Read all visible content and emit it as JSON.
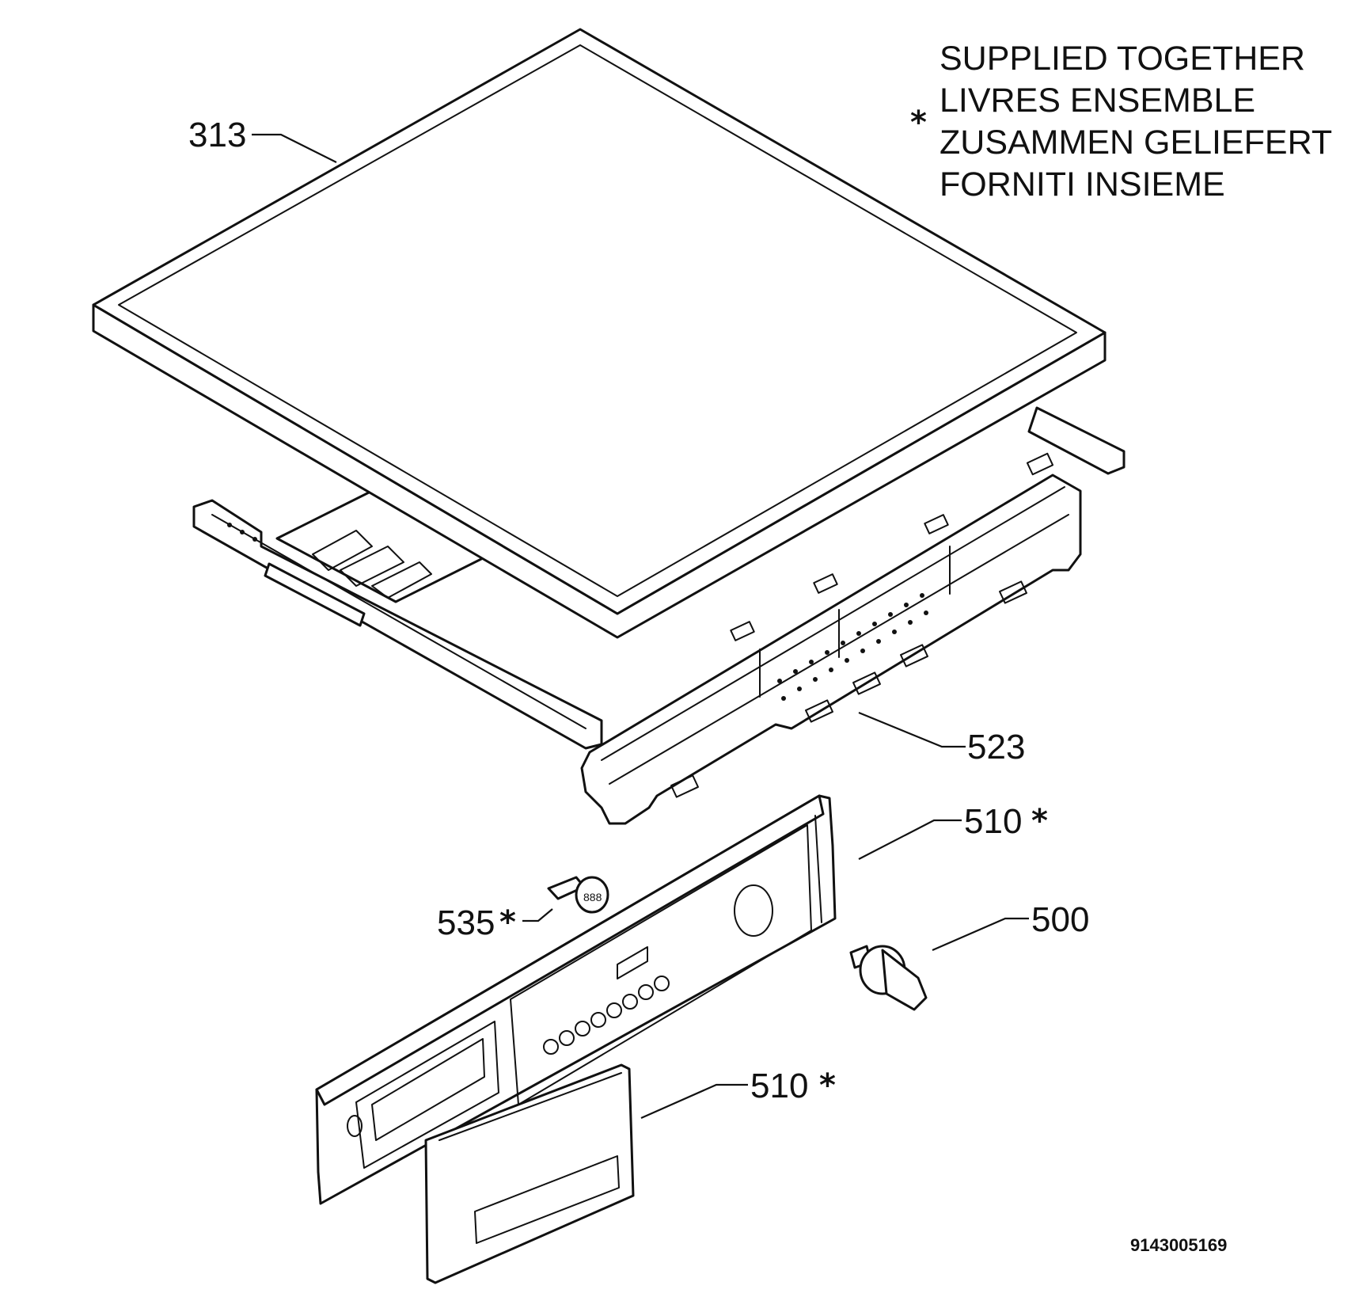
{
  "note": {
    "marker": "*",
    "lines": [
      "SUPPLIED TOGETHER",
      "LIVRES ENSEMBLE",
      "ZUSAMMEN GELIEFERT",
      "FORNITI INSIEME"
    ]
  },
  "callouts": {
    "c313": {
      "number": "313",
      "mark": ""
    },
    "c523": {
      "number": "523",
      "mark": ""
    },
    "c510a": {
      "number": "510",
      "mark": "*"
    },
    "c535": {
      "number": "535",
      "mark": "*"
    },
    "c500": {
      "number": "500",
      "mark": ""
    },
    "c510b": {
      "number": "510",
      "mark": "*"
    }
  },
  "document_number": "9143005169"
}
